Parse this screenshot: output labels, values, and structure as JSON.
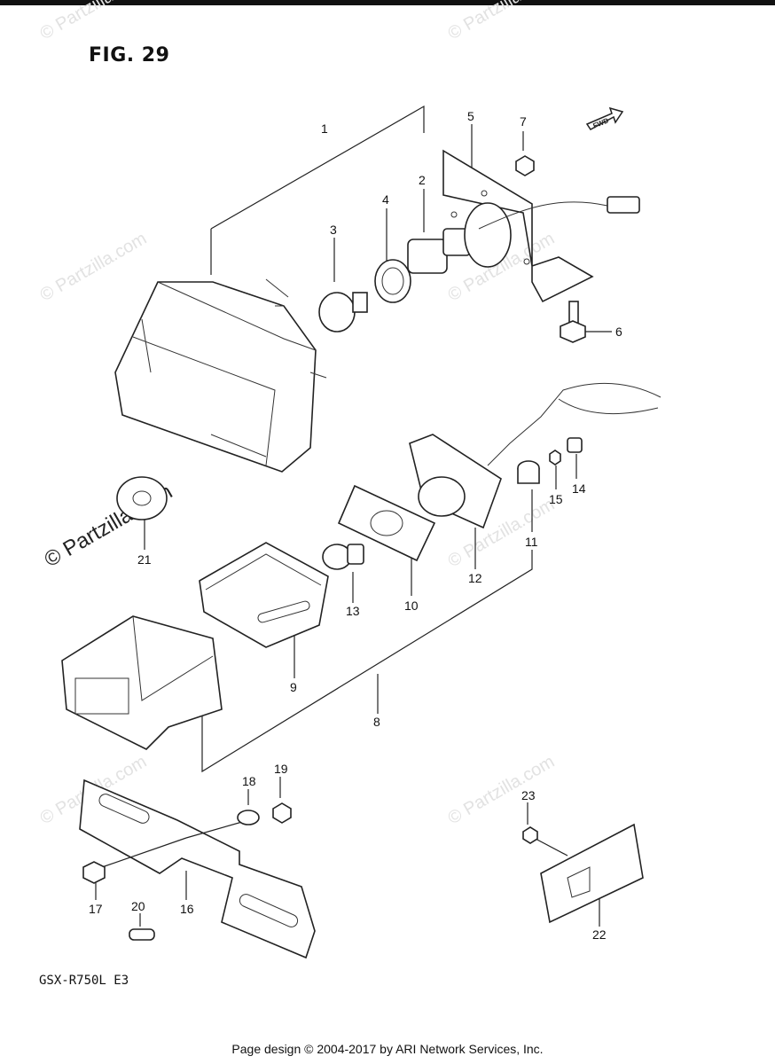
{
  "figure": {
    "title": "FIG. 29",
    "model": "GSX-R750L  E3"
  },
  "footer": "Page design © 2004-2017 by ARI Network Services, Inc.",
  "watermark": {
    "text": "© Partzilla.com",
    "color": "#e2e2e2"
  },
  "fwd_badge": "FWD",
  "callouts": [
    {
      "id": "1",
      "label": "1"
    },
    {
      "id": "2",
      "label": "2"
    },
    {
      "id": "3",
      "label": "3"
    },
    {
      "id": "4",
      "label": "4"
    },
    {
      "id": "5",
      "label": "5"
    },
    {
      "id": "6",
      "label": "6"
    },
    {
      "id": "7",
      "label": "7"
    },
    {
      "id": "8",
      "label": "8"
    },
    {
      "id": "9",
      "label": "9"
    },
    {
      "id": "10",
      "label": "10"
    },
    {
      "id": "11",
      "label": "11"
    },
    {
      "id": "12",
      "label": "12"
    },
    {
      "id": "13",
      "label": "13"
    },
    {
      "id": "14",
      "label": "14"
    },
    {
      "id": "15",
      "label": "15"
    },
    {
      "id": "16",
      "label": "16"
    },
    {
      "id": "17",
      "label": "17"
    },
    {
      "id": "18",
      "label": "18"
    },
    {
      "id": "19",
      "label": "19"
    },
    {
      "id": "20",
      "label": "20"
    },
    {
      "id": "21",
      "label": "21"
    },
    {
      "id": "22",
      "label": "22"
    },
    {
      "id": "23",
      "label": "23"
    }
  ]
}
